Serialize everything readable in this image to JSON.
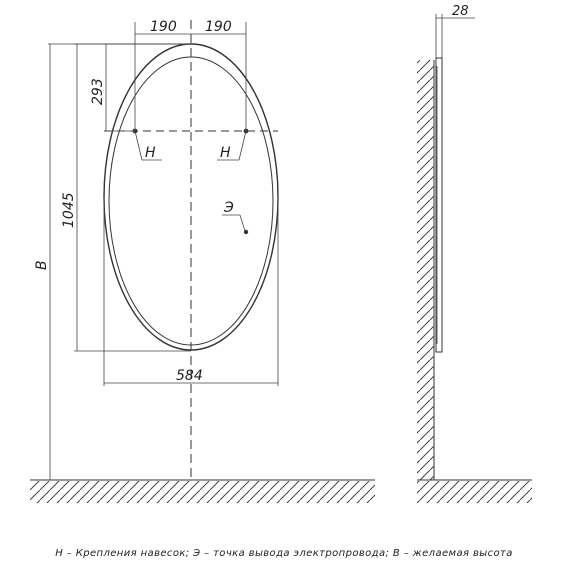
{
  "dimensions": {
    "half_width_left": "190",
    "half_width_right": "190",
    "depth": "28",
    "mount_offset": "293",
    "mirror_height": "1045",
    "mirror_width": "584",
    "install_height": "B"
  },
  "markers": {
    "mount_left": "H",
    "mount_right": "H",
    "power_point": "Э"
  },
  "legend": "Н – Крепления навесок; Э – точка вывода электропровода; В – желаемая высота"
}
